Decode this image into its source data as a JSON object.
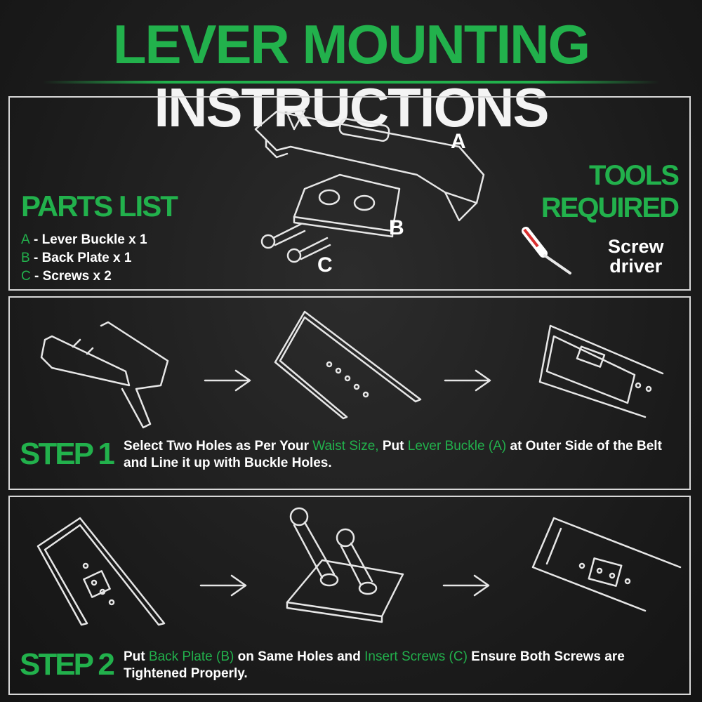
{
  "title": {
    "part1": "LEVER MOUNTING",
    "part2": "INSTRUCTIONS"
  },
  "parts_panel": {
    "heading": "PARTS LIST",
    "items": [
      {
        "letter": "A",
        "text": "- Lever Buckle x 1"
      },
      {
        "letter": "B",
        "text": "- Back Plate x 1"
      },
      {
        "letter": "C",
        "text": "- Screws x 2"
      }
    ],
    "labels": {
      "a": "A",
      "b": "B",
      "c": "C"
    },
    "tools_heading_1": "TOOLS",
    "tools_heading_2": "REQUIRED",
    "tool_line_1": "Screw",
    "tool_line_2": "driver",
    "tool_icon": "screwdriver-icon"
  },
  "step1": {
    "label": "STEP 1",
    "text": [
      {
        "t": "Select Two Holes as Per Your ",
        "hl": false
      },
      {
        "t": "Waist Size,",
        "hl": true
      },
      {
        "t": " Put ",
        "hl": false
      },
      {
        "t": "Lever Buckle (A)",
        "hl": true
      },
      {
        "t": " at Outer Side of the Belt and Line it up with Buckle Holes.",
        "hl": false
      }
    ]
  },
  "step2": {
    "label": "STEP 2",
    "text": [
      {
        "t": "Put ",
        "hl": false
      },
      {
        "t": "Back Plate (B)",
        "hl": true
      },
      {
        "t": " on Same Holes and ",
        "hl": false
      },
      {
        "t": "Insert Screws (C)",
        "hl": true
      },
      {
        "t": " Ensure Both Screws are Tightened Properly.",
        "hl": false
      }
    ]
  },
  "colors": {
    "accent": "#22b14c",
    "background": "#1c1c1c",
    "text": "#ffffff"
  }
}
